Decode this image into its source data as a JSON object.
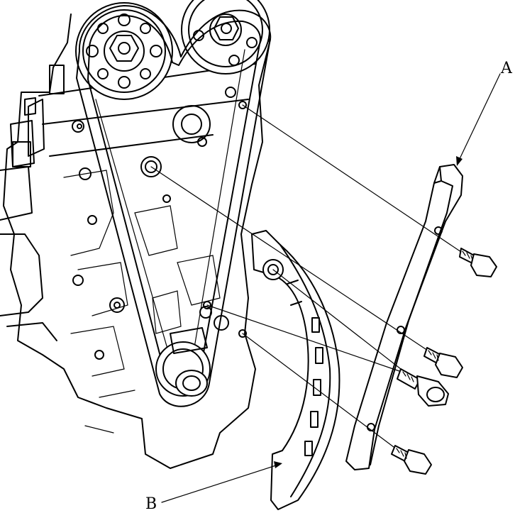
{
  "callouts": {
    "a": "A",
    "b": "B"
  },
  "parts": [
    {
      "icon": "upper-sprocket-left"
    },
    {
      "icon": "upper-sprocket-right"
    },
    {
      "icon": "crankshaft-sprocket"
    },
    {
      "icon": "timing-chain"
    },
    {
      "icon": "chain-guide-a"
    },
    {
      "icon": "tensioner-arm-b"
    },
    {
      "icon": "guide-bolts"
    },
    {
      "icon": "pivot-bolt"
    },
    {
      "icon": "arm-bolt"
    }
  ]
}
